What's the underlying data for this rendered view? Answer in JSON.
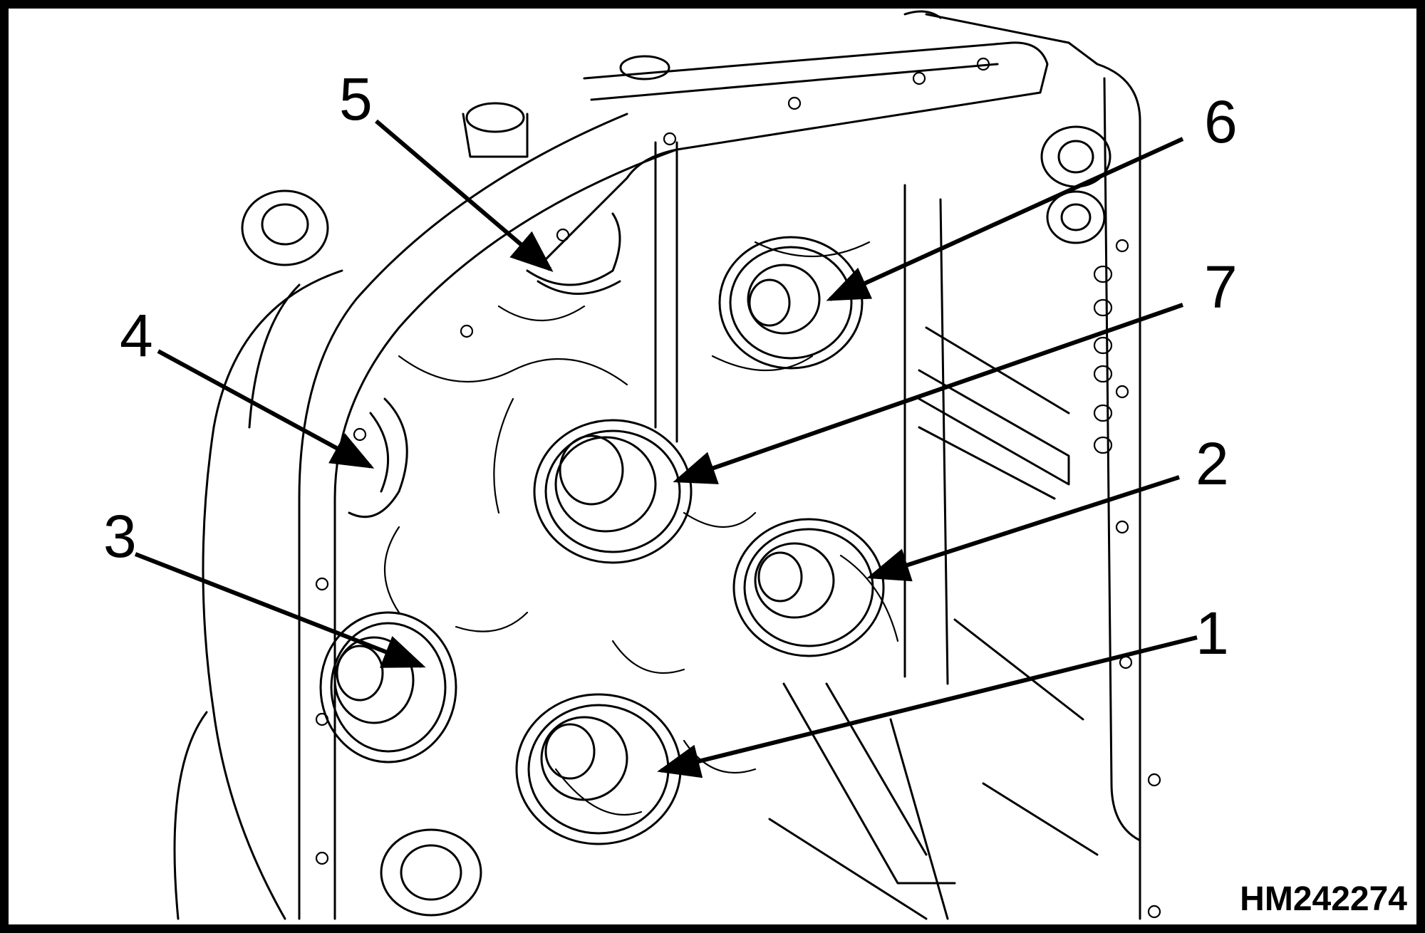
{
  "figure": {
    "reference": "HM242274",
    "callouts": [
      {
        "id": "1",
        "label": "1"
      },
      {
        "id": "2",
        "label": "2"
      },
      {
        "id": "3",
        "label": "3"
      },
      {
        "id": "4",
        "label": "4"
      },
      {
        "id": "5",
        "label": "5"
      },
      {
        "id": "6",
        "label": "6"
      },
      {
        "id": "7",
        "label": "7"
      }
    ]
  }
}
